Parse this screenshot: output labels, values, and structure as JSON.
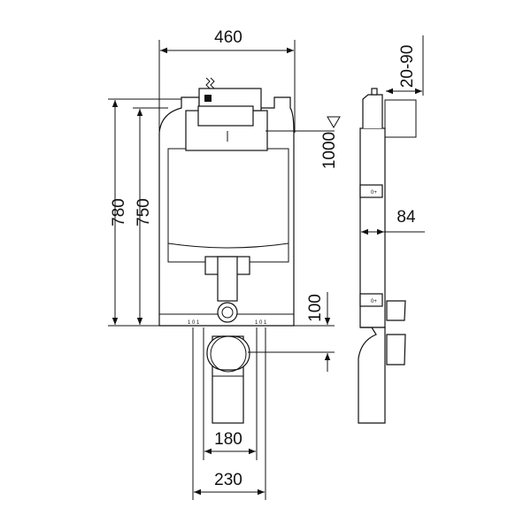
{
  "title": "Installation frame dimensional drawing",
  "dimensions": {
    "width_frame": "460",
    "adjust_range": "20-90",
    "height_ref": "1000",
    "height_total": "780",
    "height_frame": "750",
    "depth": "84",
    "drain_height": "100",
    "drain_inner": "180",
    "drain_outer": "230"
  },
  "bracket_label": "0+"
}
